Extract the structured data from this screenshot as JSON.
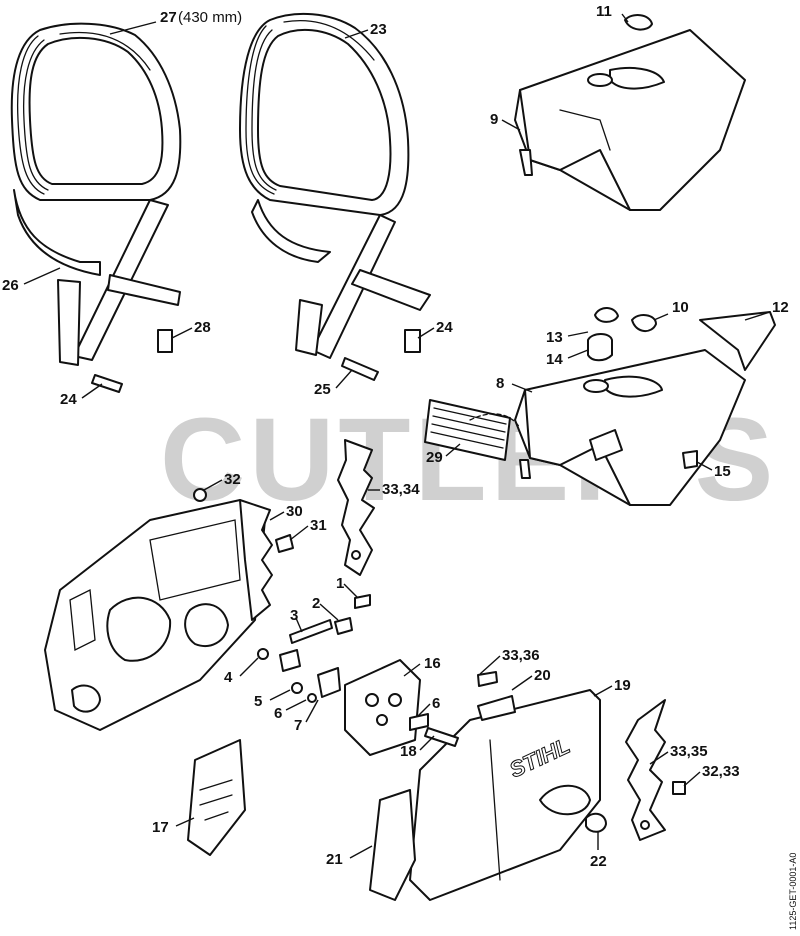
{
  "watermark": "CUTLER'S",
  "brand_logo": "STIHL",
  "drawing_ref": "1125-GET-0001-A0",
  "callouts": {
    "c27": "27",
    "c27_note": "(430 mm)",
    "c23": "23",
    "c11": "11",
    "c9": "9",
    "c26": "26",
    "c28": "28",
    "c24a": "24",
    "c24b": "24",
    "c25": "25",
    "c10": "10",
    "c12": "12",
    "c13": "13",
    "c14": "14",
    "c8": "8",
    "c29": "29",
    "c15": "15",
    "c32": "32",
    "c3334a": "33,34",
    "c30": "30",
    "c31": "31",
    "c1": "1",
    "c2": "2",
    "c3": "3",
    "c4": "4",
    "c5": "5",
    "c6a": "6",
    "c7": "7",
    "c16": "16",
    "c3336": "33,36",
    "c20": "20",
    "c19": "19",
    "c6b": "6",
    "c18": "18",
    "c3335": "33,35",
    "c3233": "32,33",
    "c17": "17",
    "c21": "21",
    "c22": "22"
  }
}
